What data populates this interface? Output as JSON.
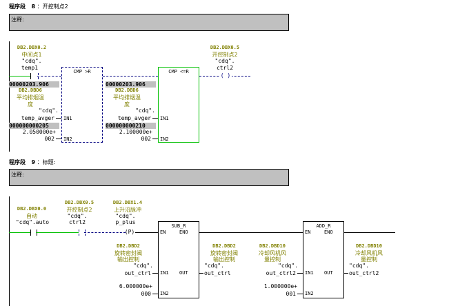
{
  "networks": [
    {
      "prefix": "程序段",
      "number": "8",
      "title": "：开控制点2",
      "comment_label": "注释:",
      "contacts": [
        {
          "address": "DB2.DBX0.2",
          "comment": "中间点1",
          "symbol_prefix": "\"cdq\".",
          "symbol": "temp1",
          "type": "NO-contact"
        }
      ],
      "comparators": [
        {
          "title": "CMP >R",
          "in1_value": "00000203.906",
          "in1_address": "DB2.DBD6",
          "in1_comment_1": "平均排烟温",
          "in1_comment_2": "度",
          "in1_symbol_prefix": "\"cdq\".",
          "in1_symbol": "temp_avger",
          "in1_pin": "IN1",
          "in2_value": "000000000205",
          "in2_const_1": "2.050000e+",
          "in2_const_2": "002",
          "in2_pin": "IN2",
          "state": "inactive"
        },
        {
          "title": "CMP <=R",
          "in1_value": "00000203.906",
          "in1_address": "DB2.DBD6",
          "in1_comment_1": "平均排烟温",
          "in1_comment_2": "度",
          "in1_symbol_prefix": "\"cdq\".",
          "in1_symbol": "temp_avger",
          "in1_pin": "IN1",
          "in2_value": "000000000210",
          "in2_const_1": "2.100000e+",
          "in2_const_2": "002",
          "in2_pin": "IN2",
          "state": "active"
        }
      ],
      "coil": {
        "address": "DB2.DBX0.5",
        "comment": "开控制点2",
        "symbol_prefix": "\"cdq\".",
        "symbol": "ctrl2",
        "glyph": "( )"
      }
    },
    {
      "prefix": "程序段",
      "number": "9",
      "title": "：标题:",
      "comment_label": "注释:",
      "contacts": [
        {
          "address": "DB2.DBX0.0",
          "comment": "自动",
          "symbol": "\"cdq\".auto",
          "type": "NO-contact"
        },
        {
          "address": "DB2.DBX0.5",
          "comment": "开控制点2",
          "symbol_prefix": "\"cdq\".",
          "symbol": "ctrl2",
          "type": "NO-contact"
        },
        {
          "address": "DB2.DBX1.4",
          "comment": "上升沿脉冲",
          "symbol_prefix": "\"cdq\".",
          "symbol": "p_plus",
          "glyph": "(P)"
        }
      ],
      "boxes": [
        {
          "title": "SUB_R",
          "en": "EN",
          "eno": "ENO",
          "in1_address": "DB2.DBD2",
          "in1_comment_1": "旋转密封阀",
          "in1_comment_2": "输出控制",
          "in1_symbol_prefix": "\"cdq\".",
          "in1_symbol": "out_ctrl",
          "in1_pin": "IN1",
          "in2_const_1": "6.000000e+",
          "in2_const_2": "000",
          "in2_pin": "IN2",
          "out_pin": "OUT",
          "out_address": "DB2.DBD2",
          "out_comment_1": "旋转密封阀",
          "out_comment_2": "输出控制",
          "out_symbol_prefix": "\"cdq\".",
          "out_symbol": "out_ctrl"
        },
        {
          "title": "ADD_R",
          "en": "EN",
          "eno": "ENO",
          "in1_address": "DB2.DBD10",
          "in1_comment_1": "冷却风机风",
          "in1_comment_2": "量控制",
          "in1_symbol_prefix": "\"cdq\".",
          "in1_symbol": "out_ctrl2",
          "in1_pin": "IN1",
          "in2_const_1": "1.000000e+",
          "in2_const_2": "001",
          "in2_pin": "IN2",
          "out_pin": "OUT",
          "out_address": "DB2.DBD10",
          "out_comment_1": "冷却风机风",
          "out_comment_2": "量控制",
          "out_symbol_prefix": "\"cdq\".",
          "out_symbol": "out_ctrl2"
        }
      ]
    }
  ],
  "colors": {
    "active_wire": "#00c000",
    "inactive_wire": "#000080",
    "address": "#808000",
    "comment_bg": "#c0c0c0"
  }
}
